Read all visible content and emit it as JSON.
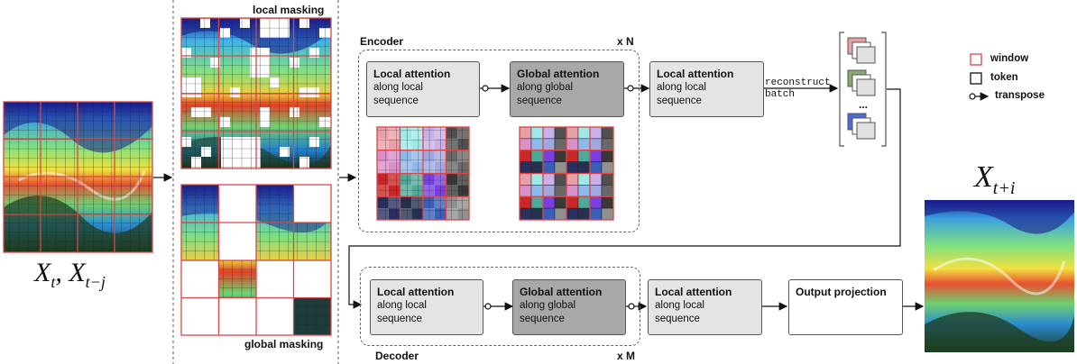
{
  "inputs_label": "X_t, X_{t-j}",
  "inputs_math": {
    "main1": "X",
    "sub1": "t",
    "sep": ", ",
    "main2": "X",
    "sub2": "t−j"
  },
  "output_math": {
    "main": "X",
    "sub": "t+i"
  },
  "masking": {
    "local_title": "local masking",
    "global_title": "global masking"
  },
  "encoder": {
    "title": "Encoder",
    "repeat": "x N",
    "block1": {
      "title": "Local attention",
      "line1": "along local",
      "line2": "sequence"
    },
    "block2": {
      "title": "Global attention",
      "line1": "along global",
      "line2": "sequence"
    },
    "block3": {
      "title": "Local attention",
      "line1": "along local",
      "line2": "sequence"
    }
  },
  "reconstruct": {
    "line1": "reconstruct",
    "line2": "batch"
  },
  "batch_ellipsis": "...",
  "decoder": {
    "title": "Decoder",
    "repeat": "x M",
    "block1": {
      "title": "Local attention",
      "line1": "along local",
      "line2": "sequence"
    },
    "block2": {
      "title": "Global attention",
      "line1": "along global",
      "line2": "sequence"
    },
    "block3": {
      "title": "Local attention",
      "line1": "along local",
      "line2": "sequence"
    },
    "output": {
      "title": "Output projection"
    }
  },
  "legend": {
    "window": "window",
    "token": "token",
    "transpose": "transpose"
  },
  "colors": {
    "window_border": "#d84848",
    "local_box": "#e4e4e4",
    "global_box": "#a8a8a8",
    "map_deep": "#1a1a8c",
    "map_land": "#1e3c1e"
  }
}
